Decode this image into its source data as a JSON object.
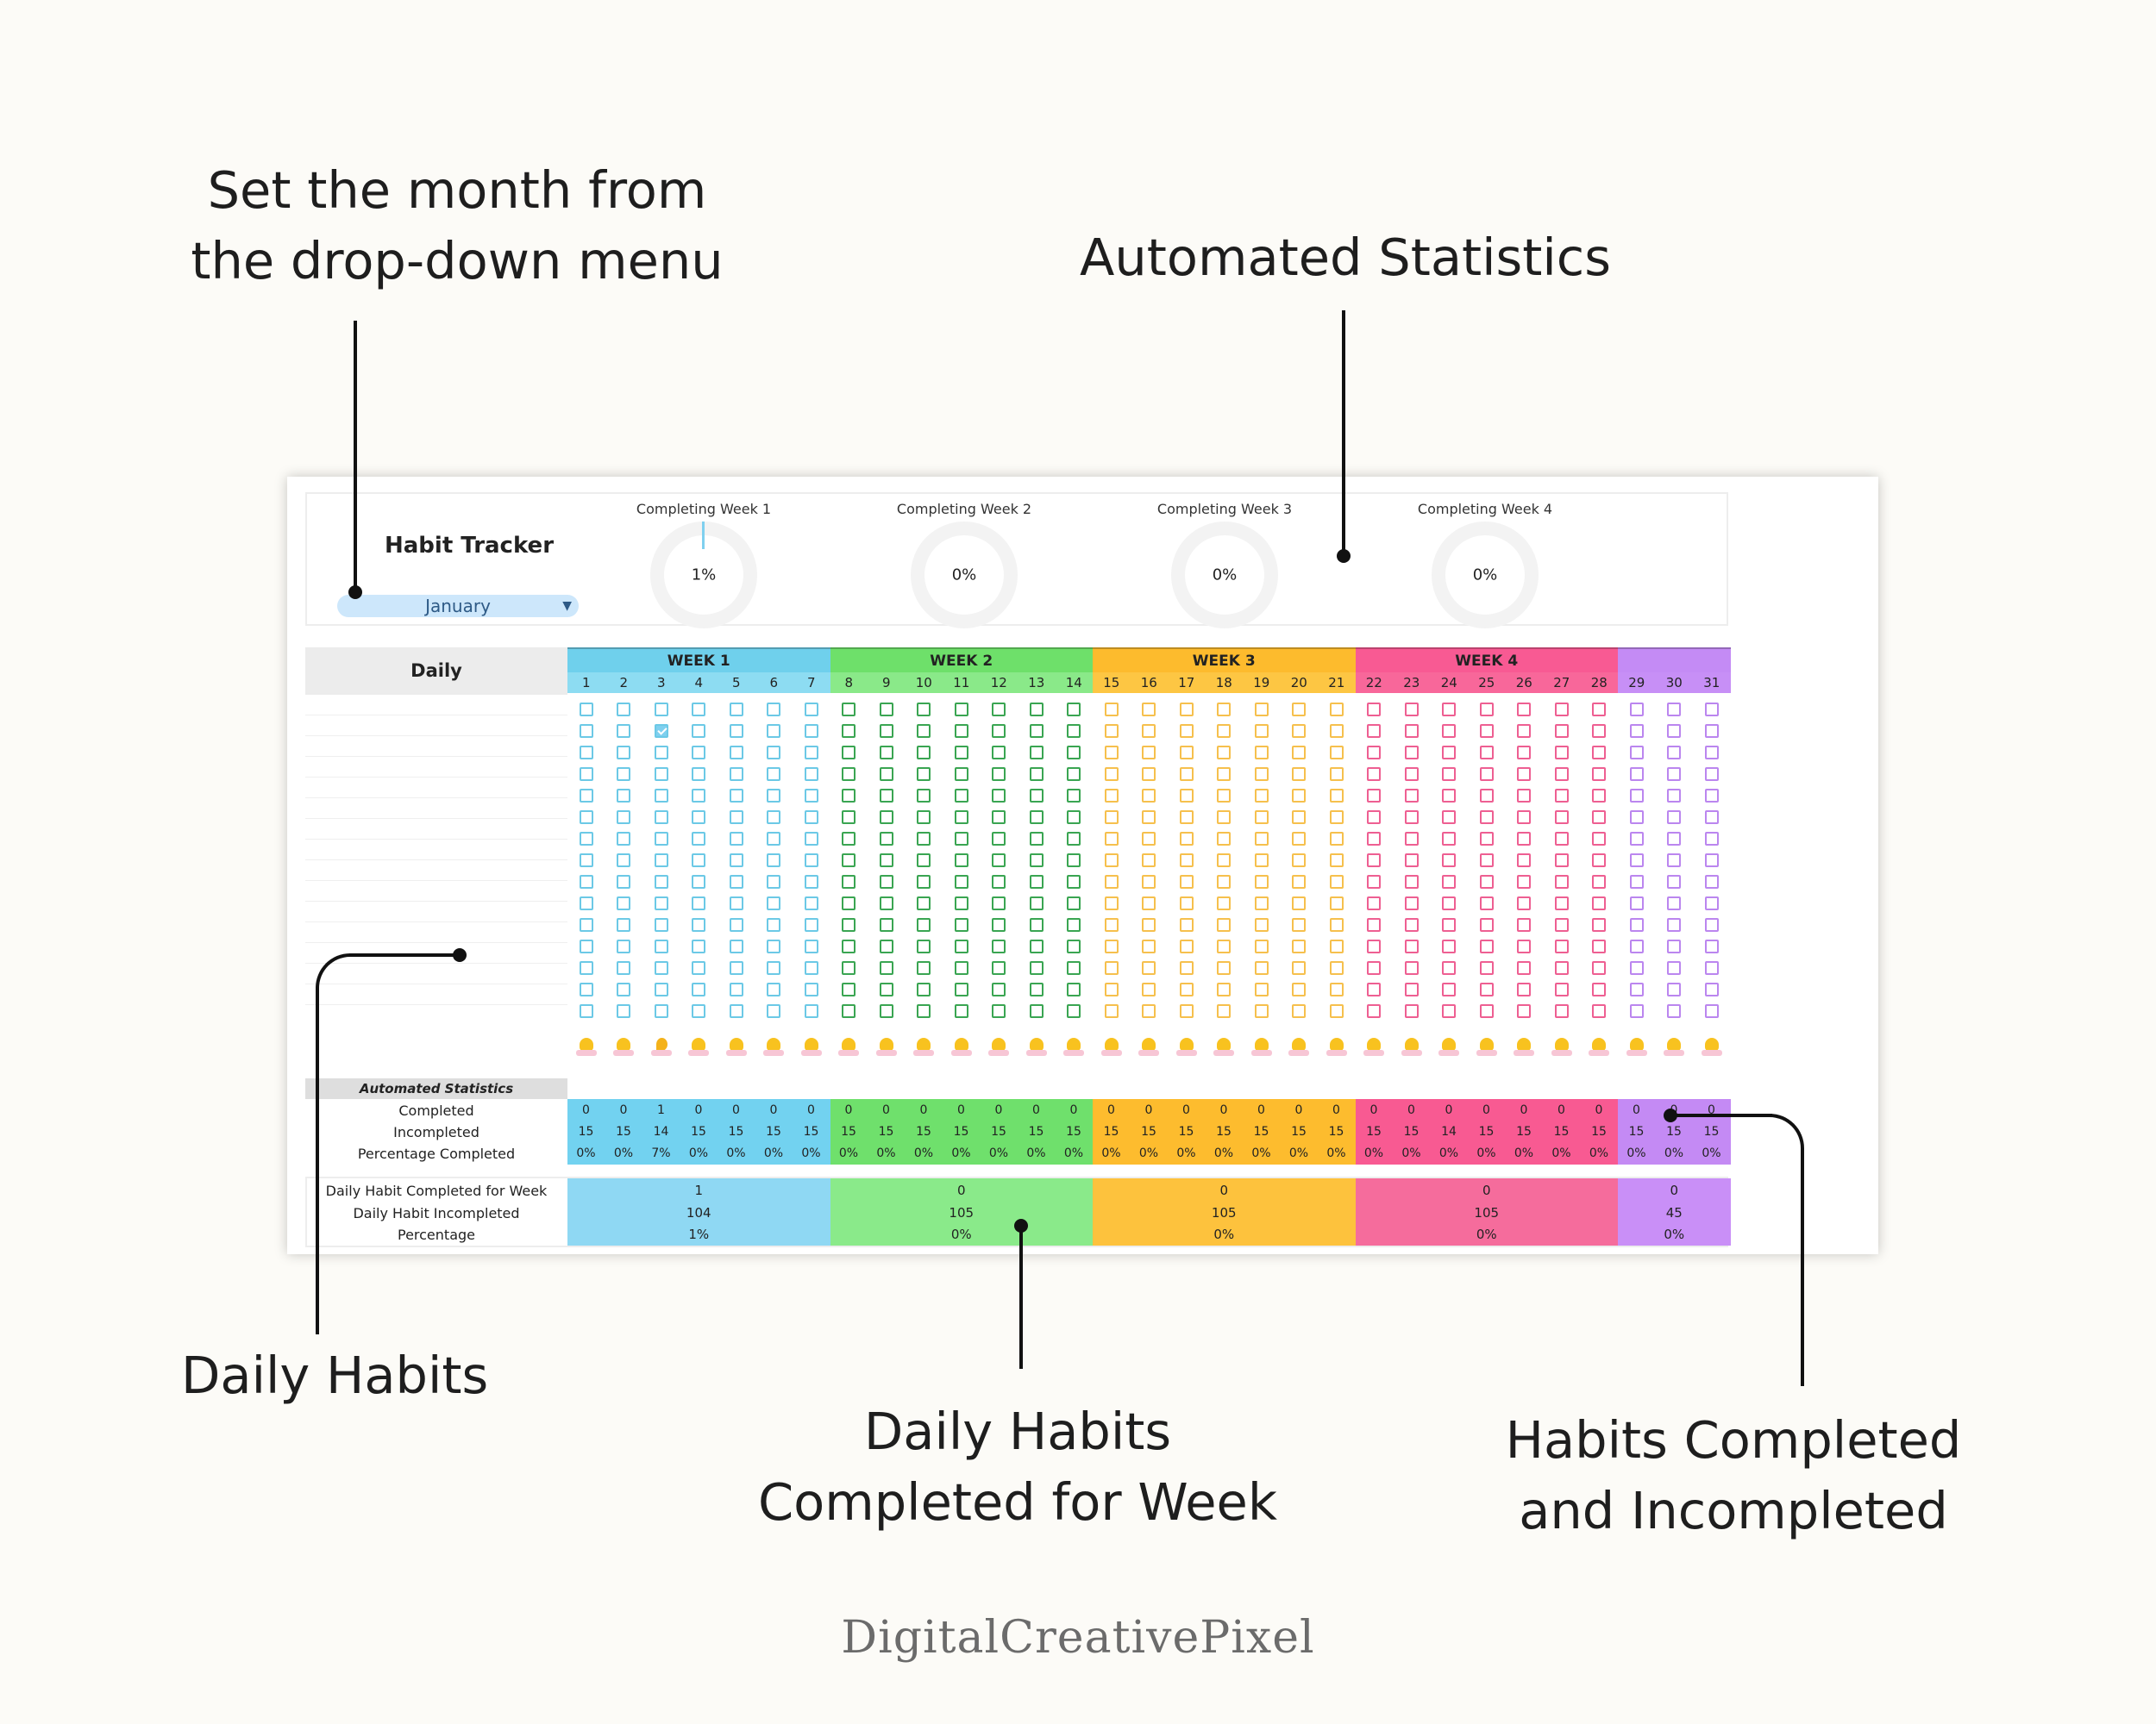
{
  "callouts": {
    "month_1": "Set the month from",
    "month_2": "the drop-down menu",
    "automated": "Automated Statistics",
    "daily_habits": "Daily Habits",
    "completed_week_1": "Daily Habits",
    "completed_week_2": "Completed for Week",
    "habits_completed_1": "Habits Completed",
    "habits_completed_2": "and Incompleted"
  },
  "brand": "DigitalCreativePixel",
  "tracker": {
    "title": "Habit Tracker",
    "month": "January",
    "daily_label": "Daily",
    "stats_header": "Automated Statistics",
    "stats_labels": [
      "Completed",
      "Incompleted",
      "Percentage Completed"
    ],
    "weekly_labels": [
      "Daily Habit Completed for Week",
      "Daily Habit Incompleted",
      "Percentage"
    ]
  },
  "charts": [
    {
      "label": "Completing Week 1",
      "pct": "1%",
      "value": 0.01
    },
    {
      "label": "Completing Week 2",
      "pct": "0%",
      "value": 0
    },
    {
      "label": "Completing Week 3",
      "pct": "0%",
      "value": 0
    },
    {
      "label": "Completing Week 4",
      "pct": "0%",
      "value": 0
    }
  ],
  "weeks": [
    {
      "label": "WEEK 1",
      "header": "#6fd0ec",
      "days": "#8ddcf2",
      "box": "#6cc9e6",
      "stat": "#72d2f0",
      "sum": "#8fd8f3",
      "start": 1,
      "end": 7
    },
    {
      "label": "WEEK 2",
      "header": "#6ee06a",
      "days": "#8ae989",
      "box": "#3aa552",
      "stat": "#6fe06c",
      "sum": "#8aea8a",
      "start": 8,
      "end": 14
    },
    {
      "label": "WEEK 3",
      "header": "#fdbb2d",
      "days": "#fdc643",
      "box": "#f6c04d",
      "stat": "#fdbc2e",
      "sum": "#fdc23d",
      "start": 15,
      "end": 21
    },
    {
      "label": "WEEK 4",
      "header": "#f85a93",
      "days": "#f8679a",
      "box": "#ee5f92",
      "stat": "#f85a92",
      "sum": "#f56c9c",
      "start": 22,
      "end": 28
    },
    {
      "label": "",
      "header": "#c48bf5",
      "days": "#c78ff6",
      "box": "#bb86ef",
      "stat": "#c48af4",
      "sum": "#c98ff7",
      "start": 29,
      "end": 31
    }
  ],
  "habit_rows": 15,
  "checked": [
    {
      "day": 3,
      "row": 1
    }
  ],
  "stats": {
    "completed": [
      "0",
      "0",
      "1",
      "0",
      "0",
      "0",
      "0",
      "0",
      "0",
      "0",
      "0",
      "0",
      "0",
      "0",
      "0",
      "0",
      "0",
      "0",
      "0",
      "0",
      "0",
      "0",
      "0",
      "0",
      "0",
      "0",
      "0",
      "0",
      "0",
      "0",
      "0"
    ],
    "incompleted": [
      "15",
      "15",
      "14",
      "15",
      "15",
      "15",
      "15",
      "15",
      "15",
      "15",
      "15",
      "15",
      "15",
      "15",
      "15",
      "15",
      "15",
      "15",
      "15",
      "15",
      "15",
      "15",
      "15",
      "14",
      "15",
      "15",
      "15",
      "15",
      "15",
      "15",
      "15"
    ],
    "percentage": [
      "0%",
      "0%",
      "7%",
      "0%",
      "0%",
      "0%",
      "0%",
      "0%",
      "0%",
      "0%",
      "0%",
      "0%",
      "0%",
      "0%",
      "0%",
      "0%",
      "0%",
      "0%",
      "0%",
      "0%",
      "0%",
      "0%",
      "0%",
      "0%",
      "0%",
      "0%",
      "0%",
      "0%",
      "0%",
      "0%",
      "0%"
    ]
  },
  "weekly": [
    {
      "completed": "1",
      "incompleted": "104",
      "percentage": "1%"
    },
    {
      "completed": "0",
      "incompleted": "105",
      "percentage": "0%"
    },
    {
      "completed": "0",
      "incompleted": "105",
      "percentage": "0%"
    },
    {
      "completed": "0",
      "incompleted": "105",
      "percentage": "0%"
    },
    {
      "completed": "0",
      "incompleted": "45",
      "percentage": "0%"
    }
  ]
}
